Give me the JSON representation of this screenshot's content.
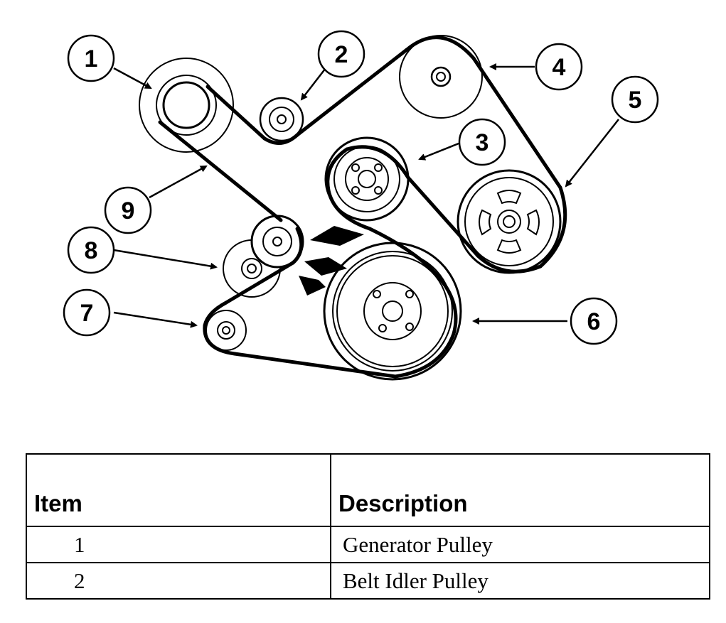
{
  "callouts": [
    "1",
    "2",
    "3",
    "4",
    "5",
    "6",
    "7",
    "8",
    "9"
  ],
  "table": {
    "headers": [
      "Item",
      "Description"
    ],
    "rows": [
      {
        "item": "1",
        "description": "Generator Pulley"
      },
      {
        "item": "2",
        "description": "Belt Idler Pulley"
      }
    ]
  }
}
